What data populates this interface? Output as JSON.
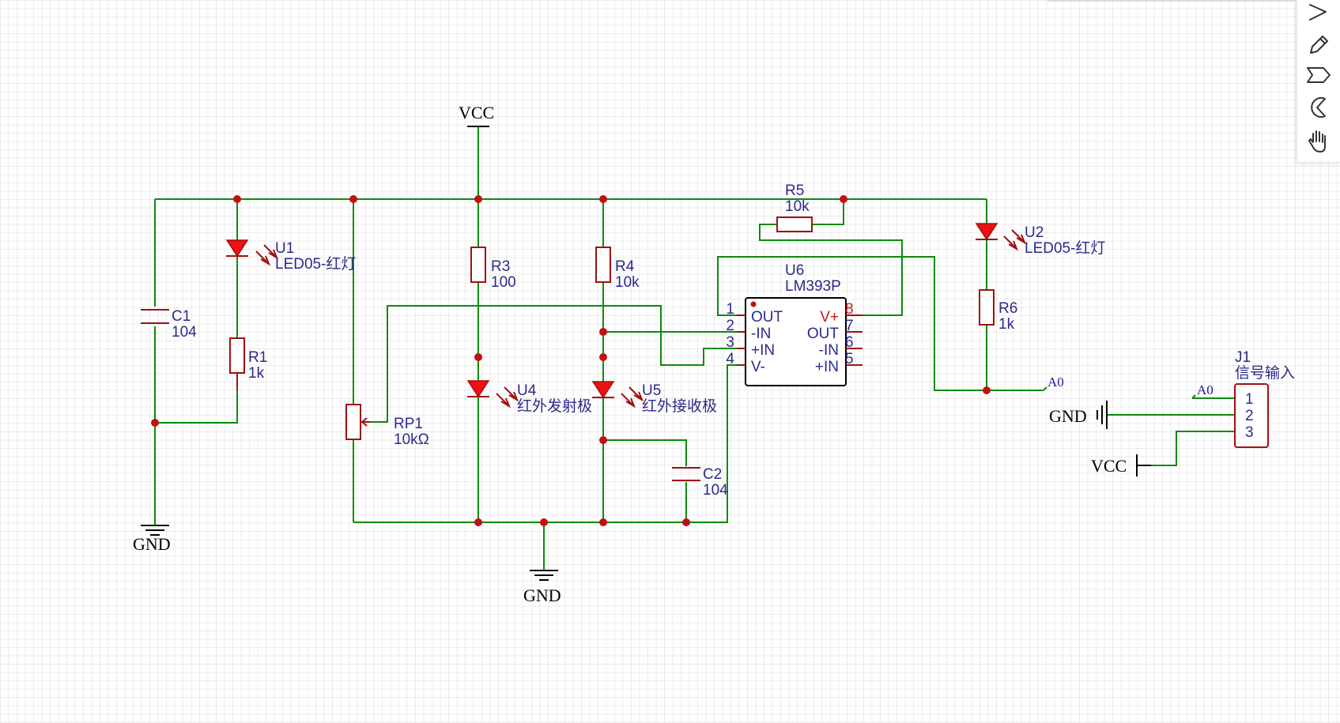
{
  "power": {
    "vcc": "VCC",
    "gnd": "GND"
  },
  "components": {
    "c1": {
      "ref": "C1",
      "value": "104"
    },
    "u1": {
      "ref": "U1",
      "value": "LED05-红灯"
    },
    "r1": {
      "ref": "R1",
      "value": "1k"
    },
    "rp1": {
      "ref": "RP1",
      "value": "10kΩ"
    },
    "r3": {
      "ref": "R3",
      "value": "100"
    },
    "u4": {
      "ref": "U4",
      "value": "红外发射极"
    },
    "r4": {
      "ref": "R4",
      "value": "10k"
    },
    "u5": {
      "ref": "U5",
      "value": "红外接收极"
    },
    "c2": {
      "ref": "C2",
      "value": "104"
    },
    "r5": {
      "ref": "R5",
      "value": "10k"
    },
    "u6": {
      "ref": "U6",
      "value": "LM393P",
      "pins_left": [
        {
          "num": "1",
          "name": "OUT"
        },
        {
          "num": "2",
          "name": "-IN"
        },
        {
          "num": "3",
          "name": "+IN"
        },
        {
          "num": "4",
          "name": "V-"
        }
      ],
      "pins_right": [
        {
          "num": "8",
          "name": "V+"
        },
        {
          "num": "7",
          "name": "OUT"
        },
        {
          "num": "6",
          "name": "-IN"
        },
        {
          "num": "5",
          "name": "+IN"
        }
      ]
    },
    "u2": {
      "ref": "U2",
      "value": "LED05-红灯"
    },
    "r6": {
      "ref": "R6",
      "value": "1k"
    },
    "j1": {
      "ref": "J1",
      "value": "信号输入",
      "pins": [
        "1",
        "2",
        "3"
      ]
    }
  },
  "net_labels": {
    "a0_out": "A0",
    "a0_conn": "A0"
  },
  "toolbar": {
    "tools": [
      "select-arrow-icon",
      "pencil-icon",
      "tag-icon",
      "arc-icon",
      "hand-icon"
    ]
  },
  "colors": {
    "wire": "#0d8a0d",
    "component": "#a01010",
    "junction": "#c41010",
    "text": "#2a2a8c",
    "led": "#ee1111"
  }
}
